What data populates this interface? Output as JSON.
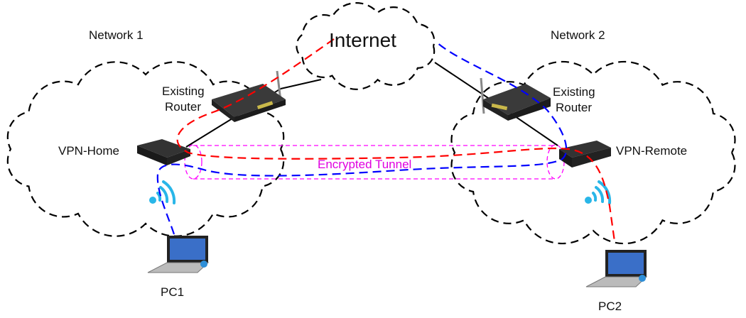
{
  "labels": {
    "network1": "Network 1",
    "network2": "Network 2",
    "internet": "Internet",
    "router1_line1": "Existing",
    "router1_line2": "Router",
    "router2_line1": "Existing",
    "router2_line2": "Router",
    "vpn_home": "VPN-Home",
    "vpn_remote": "VPN-Remote",
    "tunnel": "Encrypted Tunnel",
    "pc1": "PC1",
    "pc2": "PC2"
  },
  "colors": {
    "cloud": "#000000",
    "path_red": "#ff0000",
    "path_blue": "#0000ff",
    "tunnel": "#ff00ff",
    "wifi": "#29b6e8",
    "device": "#2b2b2b"
  }
}
